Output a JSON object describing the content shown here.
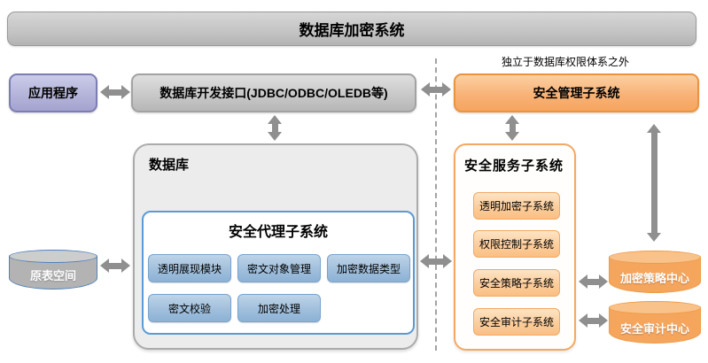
{
  "title": "数据库加密系统",
  "app": {
    "label": "应用程序"
  },
  "dev_interface": {
    "label": "数据库开发接口(JDBC/ODBC/OLEDB等)"
  },
  "management": {
    "label": "安全管理子系统",
    "note": "独立于数据库权限体系之外"
  },
  "database": {
    "title": "数据库",
    "agent": {
      "title": "安全代理子系统",
      "modules": [
        "透明展现模块",
        "密文对象管理",
        "加密数据类型",
        "密文校验",
        "加密处理"
      ]
    },
    "source_tablespace": "原表空间"
  },
  "service": {
    "title": "安全服务子系统",
    "items": [
      "透明加密子系统",
      "权限控制子系统",
      "安全策略子系统",
      "安全审计子系统"
    ]
  },
  "centers": {
    "policy": "加密策略中心",
    "audit": "安全审计中心"
  },
  "colors": {
    "orange_accent": "#f5a55c",
    "blue_accent": "#5b9bd5",
    "purple_accent": "#a9a9d4",
    "gray_arrow": "#8f8f8f"
  }
}
